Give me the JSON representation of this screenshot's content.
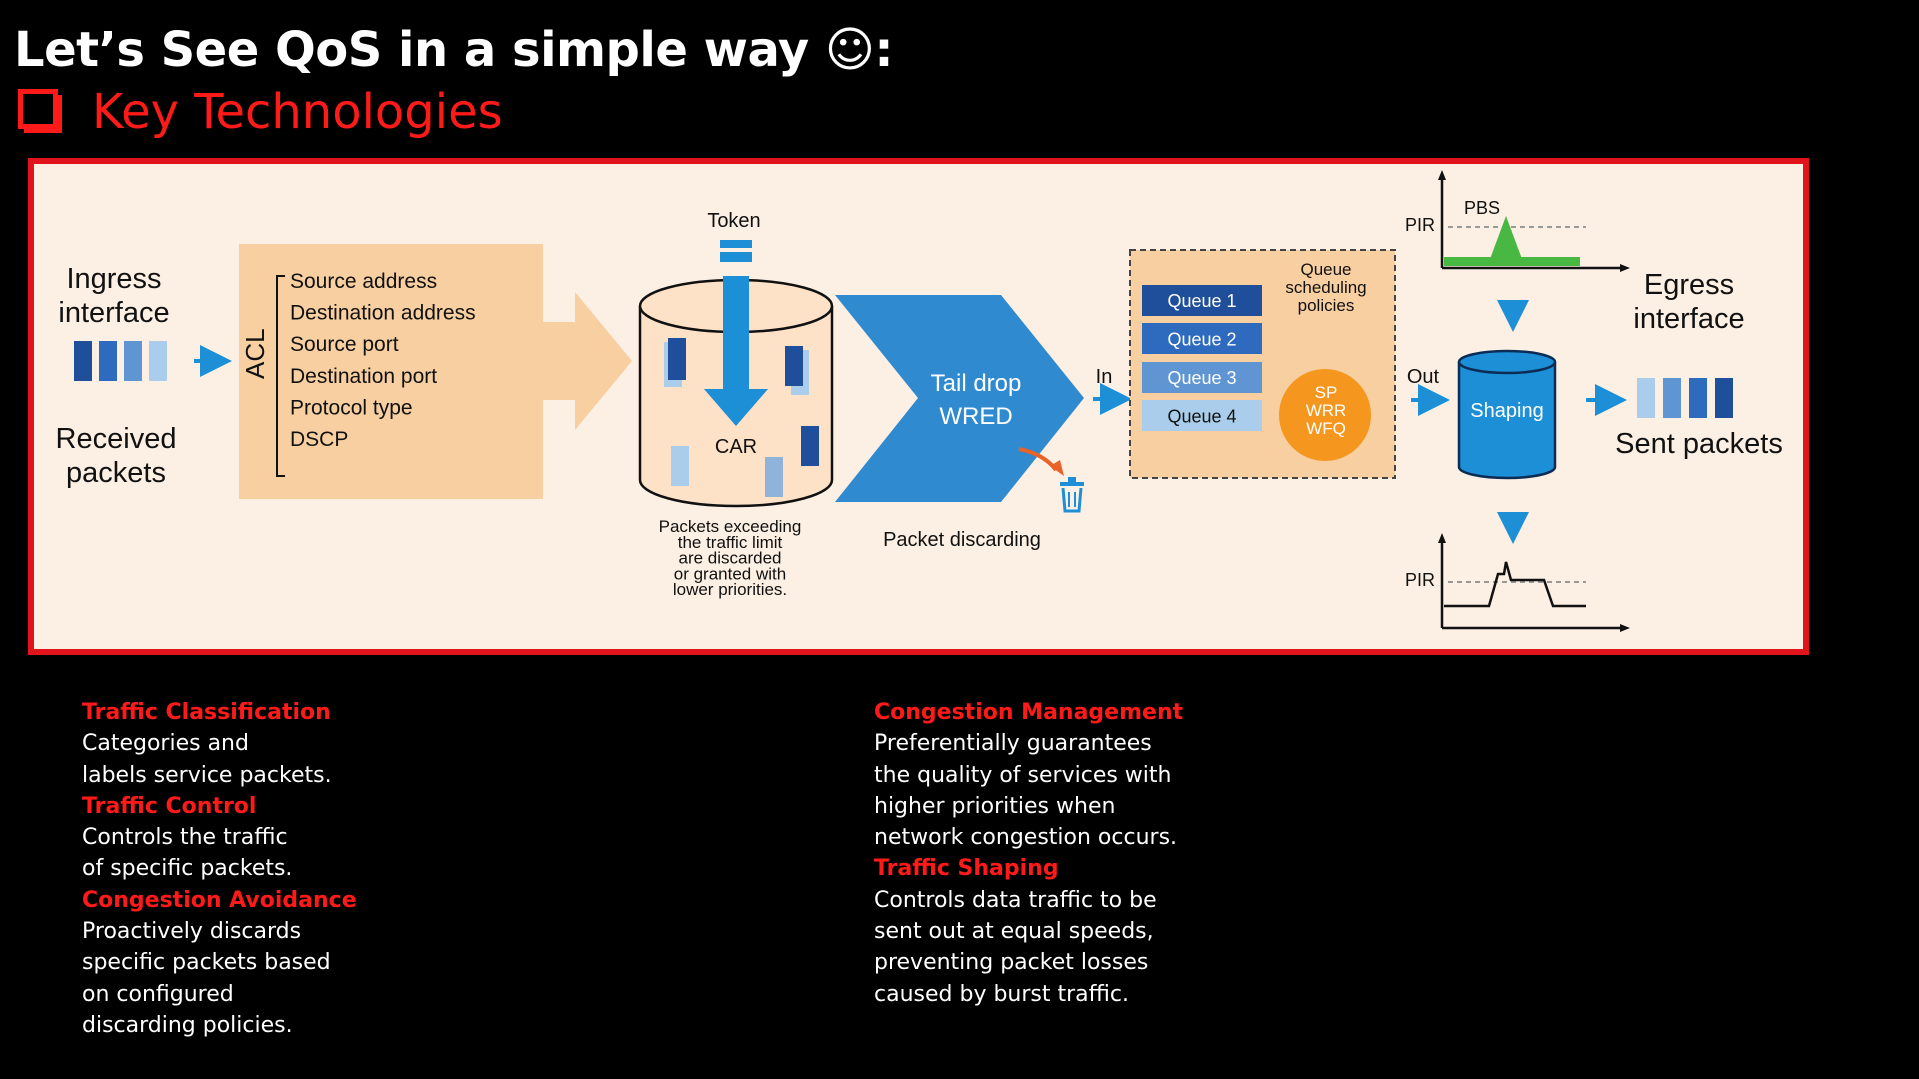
{
  "header": {
    "title": "Let’s See QoS  in a simple way ☺:",
    "subtitle": "Key Technologies"
  },
  "diagram": {
    "ingress_label_1": "Ingress",
    "ingress_label_2": "interface",
    "received_1": "Received",
    "received_2": "packets",
    "acl_label": "ACL",
    "acl_items": [
      "Source address",
      "Destination address",
      "Source port",
      "Destination port",
      "Protocol type",
      "DSCP"
    ],
    "token_label": "Token",
    "car_label": "CAR",
    "car_caption": [
      "Packets exceeding",
      "the traffic limit",
      "are discarded",
      "or granted with",
      "lower priorities."
    ],
    "tail_drop": "Tail drop",
    "wred": "WRED",
    "packet_discarding": "Packet discarding",
    "in_label": "In",
    "queues": [
      "Queue 1",
      "Queue 2",
      "Queue 3",
      "Queue 4"
    ],
    "queue_sched": [
      "Queue",
      "scheduling",
      "policies"
    ],
    "sched_algos": [
      "SP",
      "WRR",
      "WFQ"
    ],
    "out_label": "Out",
    "shaping_label": "Shaping",
    "pir_top": "PIR",
    "pbs_label": "PBS",
    "pir_bottom": "PIR",
    "egress_label_1": "Egress",
    "egress_label_2": "interface",
    "sent_packets": "Sent packets"
  },
  "notes_left": [
    {
      "heading": "Traffic Classification",
      "text": "Categories and\nlabels service packets."
    },
    {
      "heading": "Traffic Control",
      "text": "Controls the traffic\nof specific packets."
    },
    {
      "heading": "Congestion Avoidance",
      "text": "Proactively discards\nspecific packets based\non configured\ndiscarding policies."
    }
  ],
  "notes_right": [
    {
      "heading": "Congestion Management",
      "text": "Preferentially guarantees\nthe quality of services with\nhigher priorities when\nnetwork congestion occurs."
    },
    {
      "heading": "Traffic Shaping",
      "text": "Controls data traffic to be\nsent out at equal speeds,\npreventing packet losses\ncaused by burst traffic."
    }
  ],
  "colors": {
    "accent_red": "#ff1a1a",
    "panel_bg": "#fcefe4",
    "acl_bg": "#f8cfa0",
    "blue": "#1d8fd6",
    "dark_blue": "#1f4e9b",
    "light_blue": "#a9cdea",
    "orange": "#f5961e"
  }
}
